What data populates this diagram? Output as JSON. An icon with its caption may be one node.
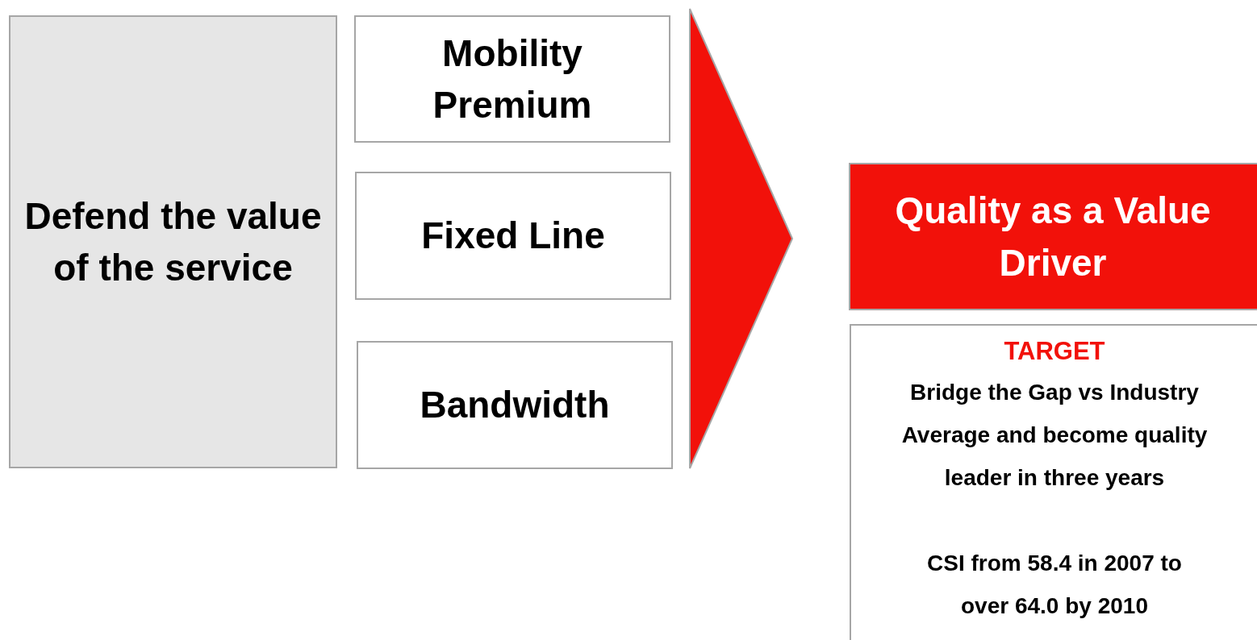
{
  "diagram": {
    "nodes": [
      {
        "text": [
          "Defend the value of the service"
        ]
      },
      {
        "text": [
          "Mobility Premium"
        ]
      },
      {
        "text": [
          "Fixed Line"
        ]
      },
      {
        "text": [
          "Bandwidth"
        ]
      },
      {
        "text": [],
        "shape": "triangle"
      },
      {
        "text": [
          "Quality as a Value Driver"
        ]
      },
      {
        "text": [
          "TARGET",
          "Bridge the Gap vs Industry Average and become quality leader in three years",
          "CSI from 58.4 in 2007 to over 64.0 by 2010"
        ]
      }
    ]
  }
}
